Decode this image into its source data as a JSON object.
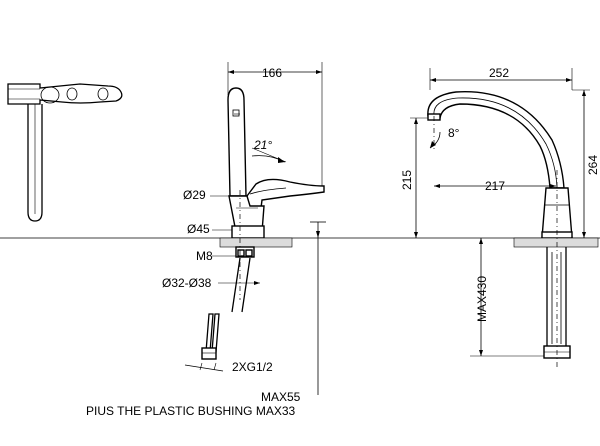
{
  "dimensions": {
    "handle_spread": "166",
    "spout_reach_top": "252",
    "overall_height": "264",
    "spout_height": "215",
    "spout_reach": "217",
    "spout_angle": "8°",
    "handle_angle": "21°",
    "body_diameter_top": "Ø29",
    "base_diameter": "Ø45",
    "thread": "M8",
    "hole_range": "Ø32-Ø38",
    "hose_connection": "2XG1/2",
    "max_hose_length": "MAX430",
    "max_deck_thickness": "MAX55",
    "bushing_note": "PIUS THE PLASTIC BUSHING MAX33"
  }
}
